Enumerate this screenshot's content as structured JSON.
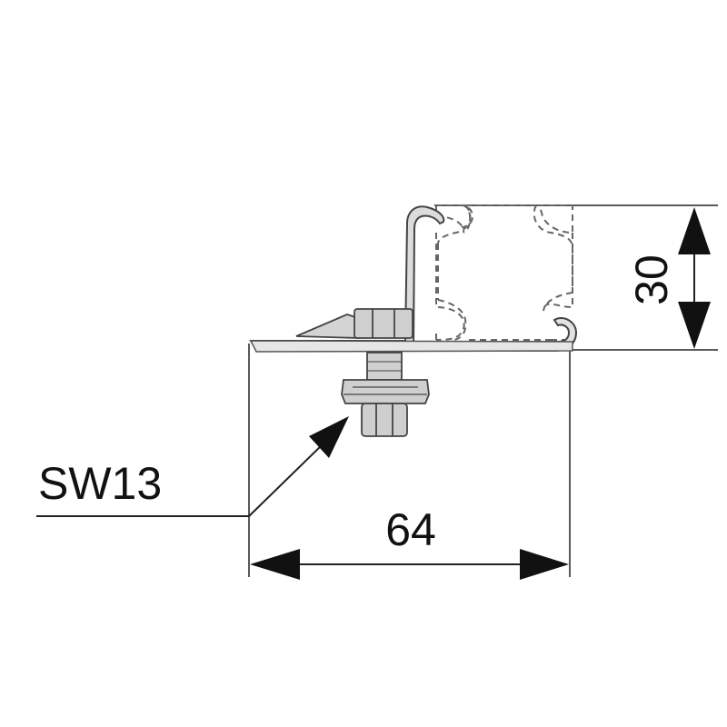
{
  "diagram": {
    "labels": {
      "wrench_size": "SW13",
      "width_dimension": "64",
      "height_dimension": "30"
    },
    "colors": {
      "line": "#222222",
      "part_outline": "#444444",
      "part_fill": "#d9d9d9",
      "bolt_fill": "#cfcfcf",
      "hidden_line": "#555555"
    }
  }
}
